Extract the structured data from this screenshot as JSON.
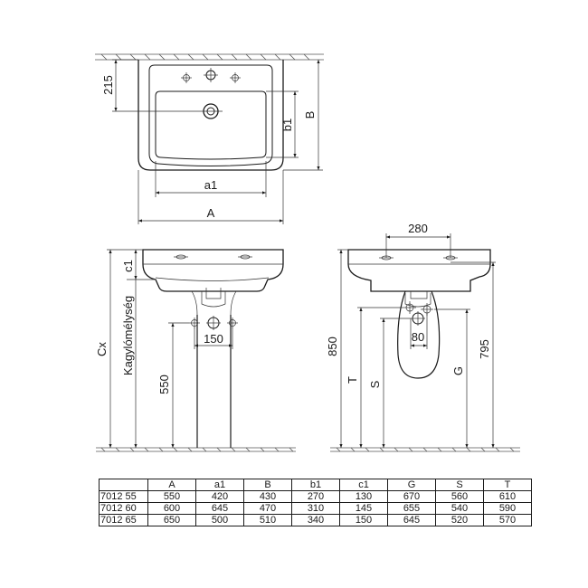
{
  "top_view": {
    "dim_215": "215",
    "dim_b1": "b1",
    "dim_B": "B",
    "dim_a1": "a1",
    "dim_A": "A"
  },
  "front_view": {
    "dim_c1": "c1",
    "dim_cx": "Cx",
    "dim_depth": "Kagylómélység",
    "dim_150": "150",
    "dim_550": "550"
  },
  "side_view": {
    "dim_280": "280",
    "dim_850": "850",
    "dim_T": "T",
    "dim_S": "S",
    "dim_80": "80",
    "dim_G": "G",
    "dim_795": "795"
  },
  "table": {
    "headers": [
      "",
      "A",
      "a1",
      "B",
      "b1",
      "c1",
      "G",
      "S",
      "T"
    ],
    "rows": [
      [
        "7012 55",
        "550",
        "420",
        "430",
        "270",
        "130",
        "670",
        "560",
        "610"
      ],
      [
        "7012 60",
        "600",
        "645",
        "470",
        "310",
        "145",
        "655",
        "540",
        "590"
      ],
      [
        "7012 65",
        "650",
        "500",
        "510",
        "340",
        "150",
        "645",
        "520",
        "570"
      ]
    ]
  }
}
